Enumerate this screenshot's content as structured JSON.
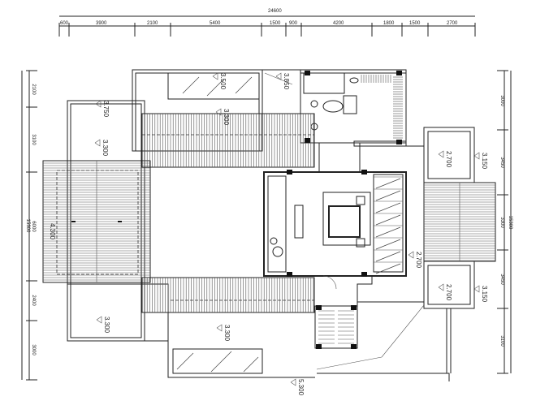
{
  "drawing": {
    "type": "floor-plan",
    "top_dimensions": {
      "total": "24600",
      "segments": [
        "600",
        "3900",
        "2100",
        "5400",
        "1500",
        "900",
        "4200",
        "1800",
        "1500",
        "2700"
      ]
    },
    "left_dimensions": {
      "total": "15300",
      "segments": [
        "2100",
        "3100",
        "6000",
        "2400",
        "3000"
      ]
    },
    "right_dimensions": {
      "total": "15300",
      "segments": [
        "3000",
        "3450",
        "3300",
        "3450",
        "3100"
      ]
    },
    "elevations": {
      "top_glass": "3.500",
      "top_right": "3.850",
      "left_upper_wall": "3.750",
      "left_upper_terrace": "3.300",
      "upper_room": "3.300",
      "left_roof": "4.300",
      "left_lower_terrace": "3.300",
      "bottom_terrace": "3.300",
      "bottom_entry": "5.300",
      "right_upper_box": "2.700",
      "right_upper_outer": "3.150",
      "right_lower_box": "2.700",
      "right_lower_outer": "3.150",
      "bedroom_side": "2.700"
    }
  }
}
